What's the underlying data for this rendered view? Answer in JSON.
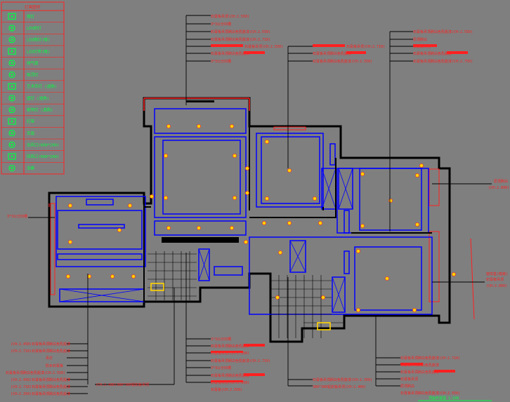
{
  "legend": {
    "title": "灯具图例",
    "items": [
      {
        "icon": "square-grille-icon",
        "label": "筒灯"
      },
      {
        "icon": "downlight-icon",
        "label": "LED射灯"
      },
      {
        "icon": "spotlight-icon",
        "label": "LED筒灯(暗)"
      },
      {
        "icon": "linear-light-icon",
        "label": "LED灯带(暗)"
      },
      {
        "icon": "exhaust-fan-icon",
        "label": "排气扇"
      },
      {
        "icon": "ceiling-lamp-icon",
        "label": "吸顶灯"
      },
      {
        "icon": "pendant-icon",
        "label": "艺术吊灯 (选购)"
      },
      {
        "icon": "wall-lamp-icon",
        "label": "壁灯 (选购)"
      },
      {
        "icon": "chandelier-icon",
        "label": "装饰灯 (选购)"
      },
      {
        "icon": "strip-icon",
        "label": "灯带"
      },
      {
        "icon": "fan-icon",
        "label": "吊扇"
      },
      {
        "icon": "vent-icon",
        "label": "出风口(600*200)"
      },
      {
        "icon": "return-vent-icon",
        "label": "回风口(600*200)"
      },
      {
        "icon": "heater-icon",
        "label": "浴霸"
      }
    ]
  },
  "labels": {
    "top_left_group": [
      "石膏板吊顶(CH:2.550)",
      "3*3公分凹槽",
      "石膏板吊顶刷白色乳胶漆(CH:2.550)",
      "石膏板吊顶刷白色乳胶漆(CH:2.710)",
      "石膏板吊顶(CH:2.550)",
      "石膏板吊顶刷白色乳胶漆",
      "3*3公分凹槽"
    ],
    "top_middle_group": [
      "石膏板吊顶(CH:2.710)",
      "石膏板吊顶刷白色乳胶漆",
      "石膏板吊顶刷白色乳胶漆(CH:2.550)"
    ],
    "top_right_group": [
      "石膏板吊顶刷白色乳胶漆(CH:2.550)",
      "原顶刷白",
      "石膏板吊顶",
      "石膏板吊顶刷白色乳胶漆",
      "石膏板吊顶刷白色乳胶漆(CH:2.750)"
    ],
    "right_upper": [
      "原顶刷白",
      "(CH:2.800)"
    ],
    "right_lower": [
      "窗帘盒(暗装)",
      "石膏板吊顶",
      "(CH:2.800)"
    ],
    "left_side": "3*3公分凹槽",
    "bottom_left_group": [
      "(CH:2.450)石膏板吊顶刷白色乳胶漆",
      "(CH:2.710)石膏板吊顶刷白色乳胶漆",
      "吊灯",
      "防水石膏板",
      "石膏板吊顶刷白色乳胶漆(CH:2.550)",
      "(CH:2.450)石膏板吊顶刷白色乳胶漆",
      "(CH:2.710)石膏板吊顶刷白色乳胶漆",
      "(CH:2.350)石膏板吊顶刷白色乳胶漆"
    ],
    "bottom_center_left": "(CH:2.400)300*300铝扣板吊顶",
    "bottom_center_group": [
      "3*3公分凹槽",
      "石膏板吊顶刷白色乳胶漆",
      "石膏板吊顶(CH:2.550)",
      "石膏板吊顶刷白色乳胶漆(CH:2.710)",
      "3*3公分凹槽",
      "石膏板吊顶刷白色乳胶漆",
      "石膏板吊顶(CH:2.550)",
      "石膏板(CH:2.550)"
    ],
    "bottom_middle_group": [
      "石膏板吊顶刷白色乳胶漆(CH:2.350)",
      "300*300铝扣板吊顶(CH:2.400)"
    ],
    "bottom_right_group": [
      "石膏板吊顶刷白色乳胶漆(CH:2.710)",
      "石膏板吊顶刷白色乳胶漆",
      "石膏板吊顶刷白色乳胶漆",
      "石膏板吊顶",
      "原顶刷白",
      "石膏板吊顶刷白色乳胶漆(CH:2.550)"
    ],
    "title_stamp": "顶面布置图 1:100"
  },
  "colors": {
    "background": "#7f7f7f",
    "wall": "#0000ff",
    "annotation": "#ff2020",
    "leader": "#000000",
    "legend_icon": "#00ff40",
    "fixture": "#ffd400"
  }
}
